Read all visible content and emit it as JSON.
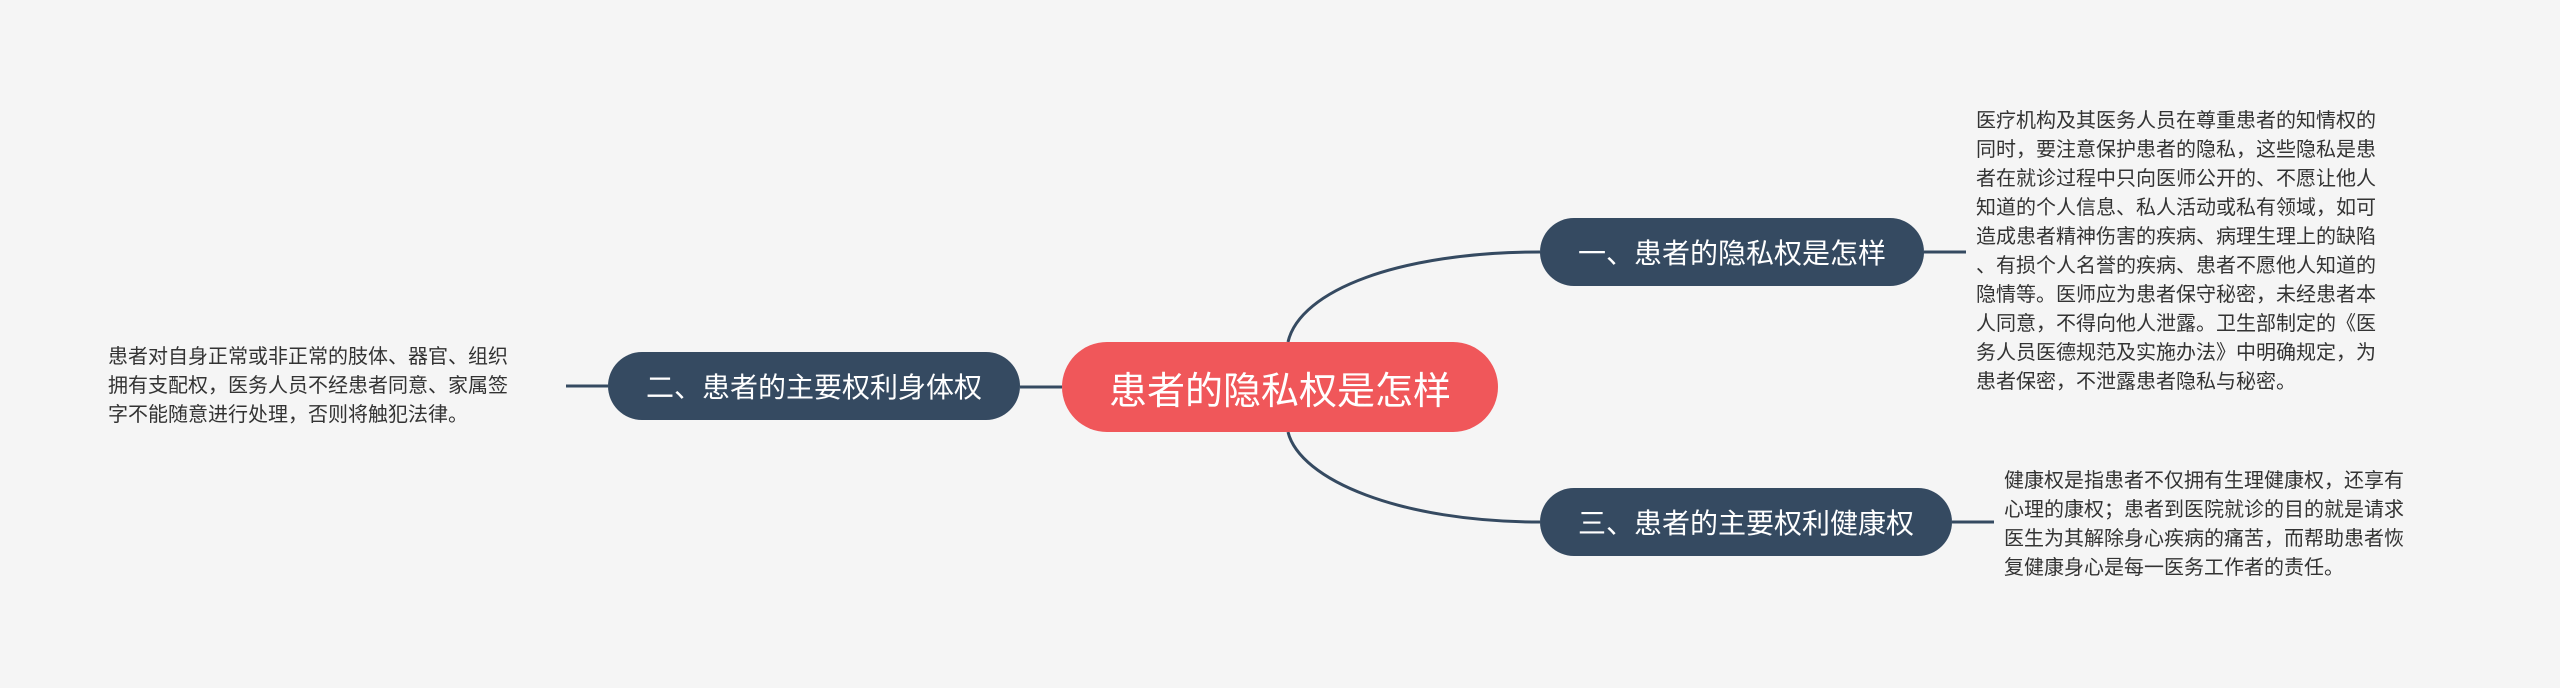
{
  "colors": {
    "background": "#f5f5f5",
    "root_fill": "#f0575a",
    "branch_fill": "#354a61",
    "edge": "#354a61",
    "leaf_text": "#333333"
  },
  "root": {
    "label": "患者的隐私权是怎样"
  },
  "branches": [
    {
      "label": "一、患者的隐私权是怎样",
      "detail": "医疗机构及其医务人员在尊重患者的知情权的\n同时，要注意保护患者的隐私，这些隐私是患\n者在就诊过程中只向医师公开的、不愿让他人\n知道的个人信息、私人活动或私有领域，如可\n造成患者精神伤害的疾病、病理生理上的缺陷\n、有损个人名誉的疾病、患者不愿他人知道的\n隐情等。医师应为患者保守秘密，未经患者本\n人同意，不得向他人泄露。卫生部制定的《医\n务人员医德规范及实施办法》中明确规定，为\n患者保密，不泄露患者隐私与秘密。"
    },
    {
      "label": "二、患者的主要权利身体权",
      "detail": "患者对自身正常或非正常的肢体、器官、组织\n拥有支配权，医务人员不经患者同意、家属签\n字不能随意进行处理，否则将触犯法律。"
    },
    {
      "label": "三、患者的主要权利健康权",
      "detail": "健康权是指患者不仅拥有生理健康权，还享有\n心理的康权；患者到医院就诊的目的就是请求\n医生为其解除身心疾病的痛苦，而帮助患者恢\n复健康身心是每一医务工作者的责任。"
    }
  ]
}
